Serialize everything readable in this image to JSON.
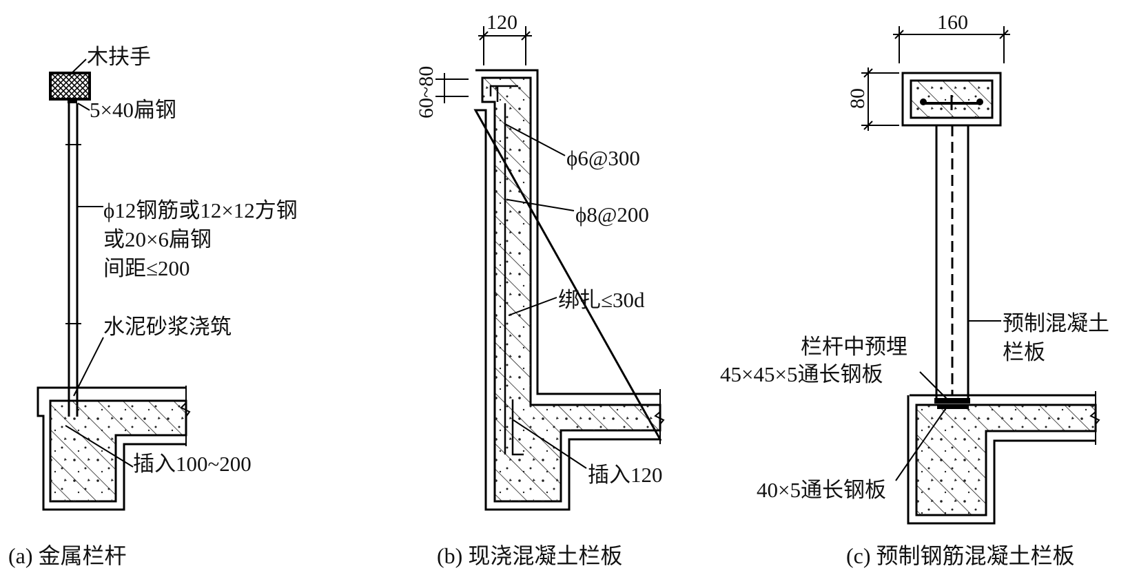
{
  "panel_a": {
    "caption": "(a) 金属栏杆",
    "labels": {
      "handrail": "木扶手",
      "flat_steel": "5×40扁钢",
      "bar_line1": "ϕ12钢筋或12×12方钢",
      "bar_line2": "或20×6扁钢",
      "bar_line3": "间距≤200",
      "mortar": "水泥砂浆浇筑",
      "insert": "插入100~200"
    }
  },
  "panel_b": {
    "caption": "(b) 现浇混凝土栏板",
    "dims": {
      "width": "120",
      "height": "60~80"
    },
    "labels": {
      "rebar1": "ϕ6@300",
      "rebar2": "ϕ8@200",
      "tie": "绑扎≤30d",
      "insert": "插入120"
    }
  },
  "panel_c": {
    "caption": "(c) 预制钢筋混凝土栏板",
    "dims": {
      "width": "160",
      "height": "80"
    },
    "labels": {
      "precast_line1": "预制混凝土",
      "precast_line2": "栏板",
      "embed_line1": "栏杆中预埋",
      "embed_line2": "45×45×5通长钢板",
      "plate": "40×5通长钢板"
    }
  }
}
